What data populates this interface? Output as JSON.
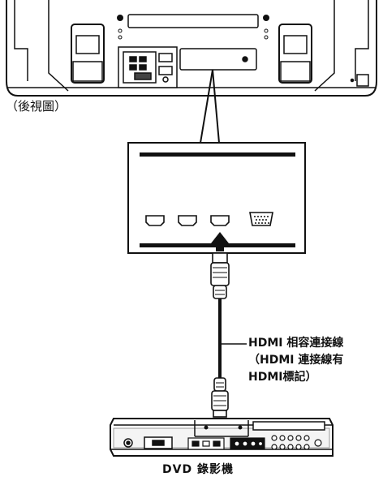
{
  "rear_view_label": "（後視圖）",
  "cable_label": {
    "line1": "HDMI 相容連接線",
    "line2": "（HDMI 連接線有",
    "line3": "HDMI標記）"
  },
  "device_label": "DVD 錄影機",
  "colors": {
    "stroke": "#111111",
    "fill": "#ffffff",
    "panel_gray": "#e6e6e6"
  }
}
